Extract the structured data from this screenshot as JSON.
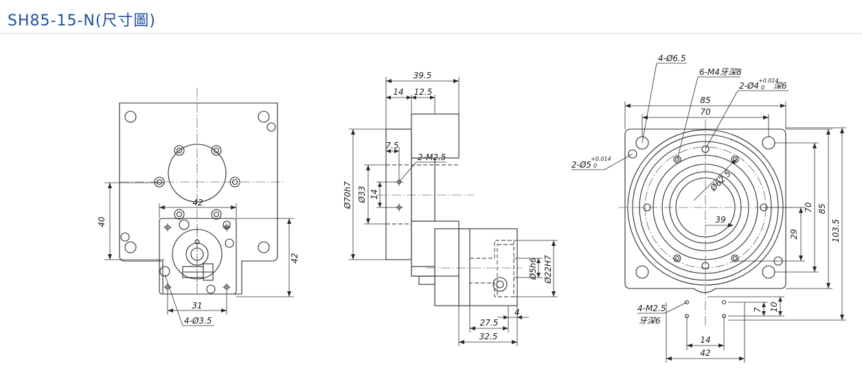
{
  "title": "SH85-15-N(尺寸圖)",
  "front_view": {
    "dim_40": "40",
    "dim_42_top": "42",
    "dim_42_right": "42",
    "dim_31": "31",
    "hole_callout": "4-Ø3.5"
  },
  "side_view": {
    "dim_39_5": "39.5",
    "dim_14": "14",
    "dim_12_5": "12.5",
    "dim_7_5": "7.5",
    "thread_callout": "2-M2.5",
    "dia_70h7": "Ø70h7",
    "dia_33": "Ø33",
    "dim_14_v": "14",
    "dia_5h6": "Ø5h6",
    "dia_22h7": "Ø22H7",
    "dim_4": "4",
    "dim_27_5": "27.5",
    "dim_32_5": "32.5"
  },
  "top_view": {
    "hole_callout": "4-Ø6.5",
    "thread_callout": "6-M4牙深8",
    "pin_callout_main": "2-Ø4",
    "pin_callout_tol_upper": "+0.014",
    "pin_callout_tol_lower": "0",
    "pin_callout_depth": "深6",
    "dim_85_top": "85",
    "dim_70_top": "70",
    "pin2_callout_main": "2-Ø5",
    "pin2_tol_upper": "+0.014",
    "pin2_tol_lower": "0",
    "dia_62_5": "Ø62.5",
    "dim_39": "39",
    "dim_29": "29",
    "dim_70_right": "70",
    "dim_85_right": "85",
    "dim_103_5": "103.5",
    "thread2_callout_main": "4-M2.5",
    "thread2_callout_depth": "牙深6",
    "dim_7": "7",
    "dim_10": "10",
    "dim_14": "14",
    "dim_42": "42"
  }
}
